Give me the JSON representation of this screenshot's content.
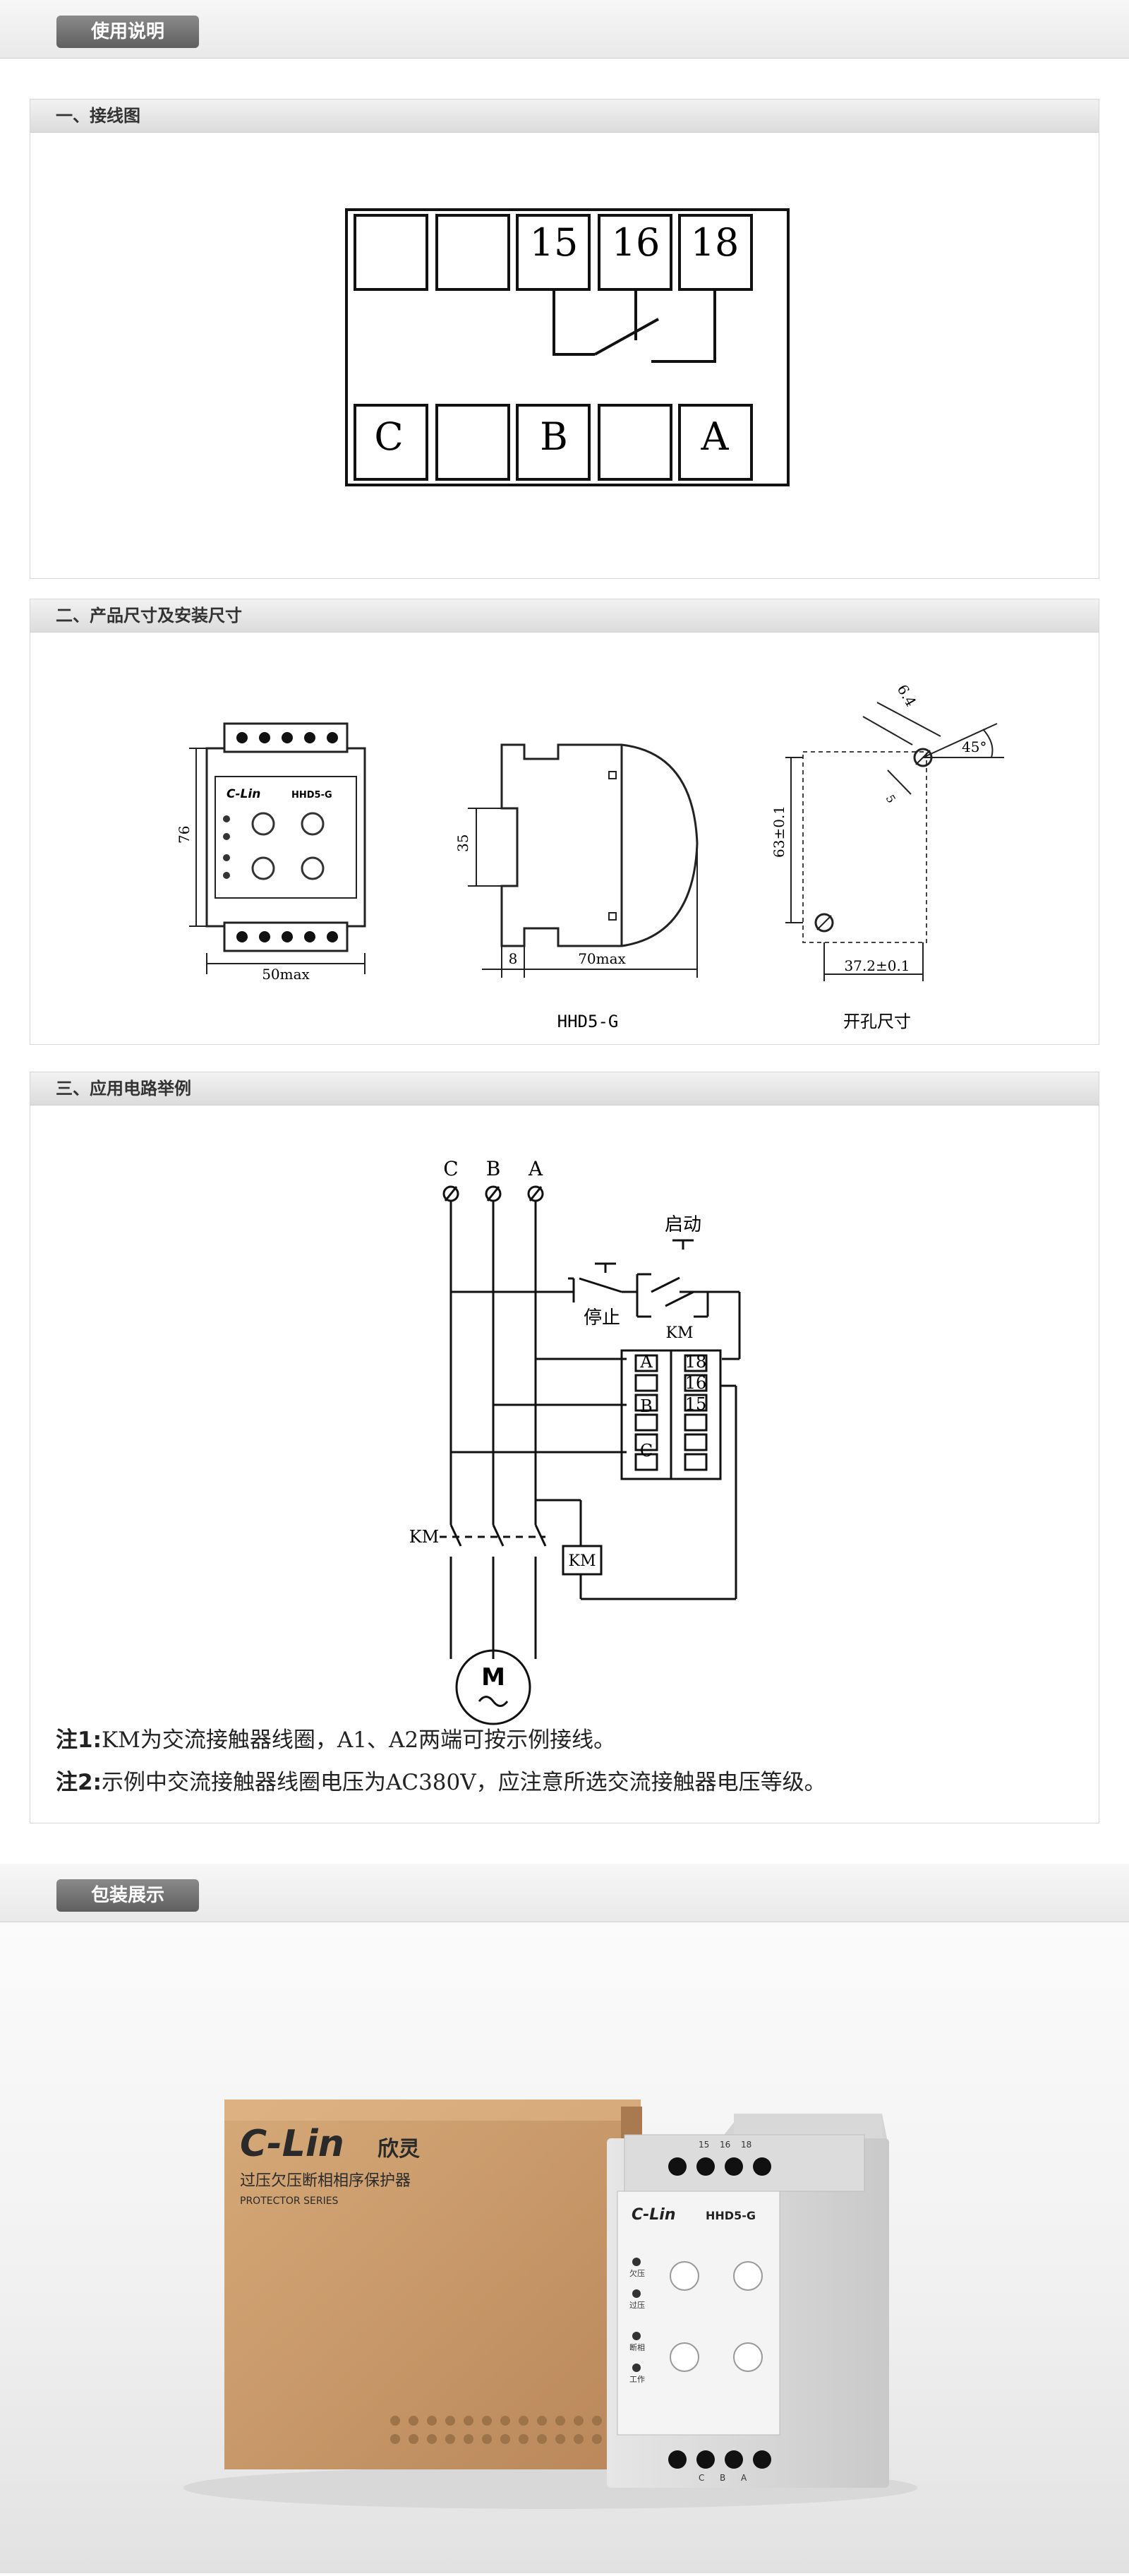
{
  "usage": {
    "title": "使用说明"
  },
  "wiring": {
    "title": "一、接线图",
    "top_terminals": [
      "",
      "",
      "15",
      "16",
      "18"
    ],
    "bottom_terminals": [
      "C",
      "",
      "B",
      "",
      "A"
    ]
  },
  "dimensions": {
    "title": "二、产品尺寸及安装尺寸",
    "front": {
      "height": "76",
      "width": "50max",
      "logo": "C-Lin",
      "model_small": "HHD5-G"
    },
    "side": {
      "width": "70max",
      "depth": "8",
      "rail": "35",
      "model": "HHD5-G"
    },
    "cutout": {
      "height": "63±0.1",
      "width": "37.2±0.1",
      "hole": "6.4",
      "small": "5",
      "angle": "45°",
      "label": "开孔尺寸"
    }
  },
  "circuit": {
    "title": "三、应用电路举例",
    "phases": [
      "C",
      "B",
      "A"
    ],
    "start": "启动",
    "stop": "停止",
    "km": "KM",
    "motor": "M",
    "relay_left": [
      "A",
      "",
      "B",
      "",
      "C",
      ""
    ],
    "relay_right": [
      "18",
      "16",
      "15",
      "",
      "",
      ""
    ],
    "notes": [
      {
        "label": "注1:",
        "text": "KM为交流接触器线圈，A1、A2两端可按示例接线。"
      },
      {
        "label": "注2:",
        "text": "示例中交流接触器线圈电压为AC380V，应注意所选交流接触器电压等级。"
      }
    ]
  },
  "packaging": {
    "title": "包装展示",
    "box_brand": "C-Lin",
    "box_brand_cn": "欣灵",
    "box_product": "过压欠压断相相序保护器",
    "box_series": "PROTECTOR SERIES",
    "device_model": "HHD5-G",
    "device_terminals_top": [
      "15",
      "16",
      "18"
    ],
    "device_terminals_bottom": [
      "C",
      "B",
      "A"
    ],
    "device_labels": [
      "欠压",
      "过压",
      "断相",
      "工作"
    ]
  }
}
